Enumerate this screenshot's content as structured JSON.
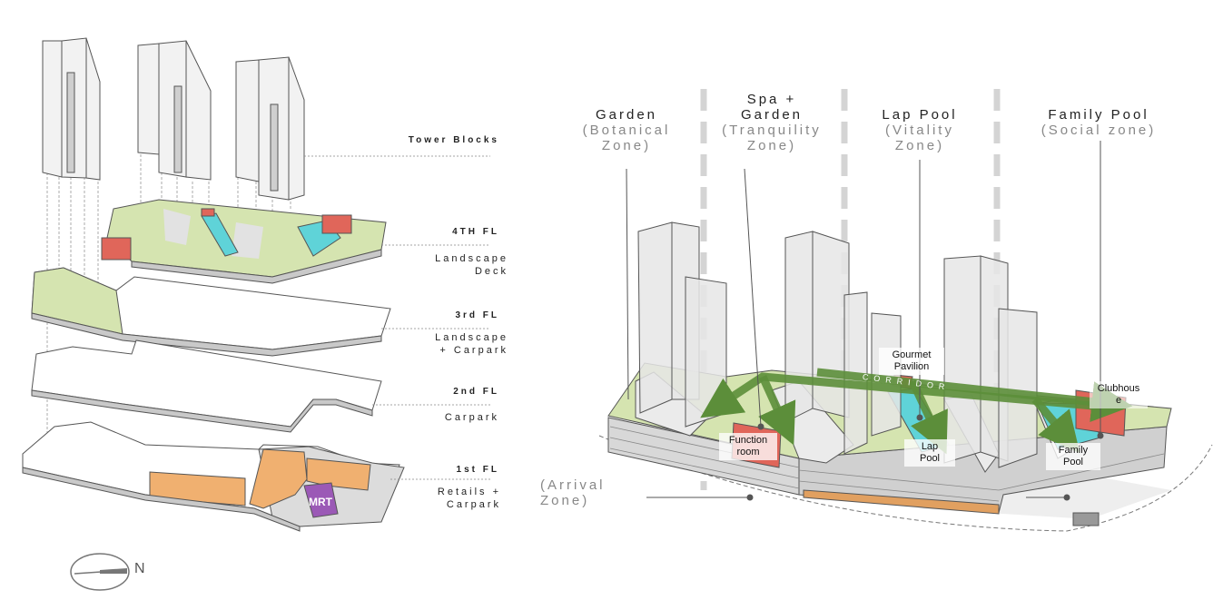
{
  "left_labels": {
    "tower_blocks": "Tower Blocks",
    "fl4": "4TH FL",
    "fl4_desc_1": "Landscape",
    "fl4_desc_2": "Deck",
    "fl3": "3rd FL",
    "fl3_desc_1": "Landscape",
    "fl3_desc_2": "+ Carpark",
    "fl2": "2nd FL",
    "fl2_desc": "Carpark",
    "fl1": "1st FL",
    "fl1_desc_1": "Retails +",
    "fl1_desc_2": "Carpark",
    "mrt": "MRT",
    "north": "N"
  },
  "zones": {
    "garden_title": "Garden",
    "garden_sub_1": "(Botanical",
    "garden_sub_2": "Zone)",
    "spa_title_1": "Spa +",
    "spa_title_2": "Garden",
    "spa_sub_1": "(Tranquility",
    "spa_sub_2": "Zone)",
    "lap_title": "Lap Pool",
    "lap_sub_1": "(Vitality",
    "lap_sub_2": "Zone)",
    "family_title": "Family Pool",
    "family_sub": "(Social zone)",
    "arrival_1": "(Arrival",
    "arrival_2": "Zone)"
  },
  "tags": {
    "gourmet_1": "Gourmet",
    "gourmet_2": "Pavilion",
    "function_1": "Function",
    "function_2": "room",
    "lap_1": "Lap",
    "lap_2": "Pool",
    "family_1": "Family",
    "family_2": "Pool",
    "club_1": "Clubhous",
    "club_2": "e",
    "corridor": "CORRIDOR"
  },
  "colors": {
    "landscape": "#cfe0a8",
    "pool": "#5fd3d8",
    "pavilion": "#e0665a",
    "retail": "#f0b070",
    "mrt": "#9b59b6",
    "corridor": "#5c8e3a",
    "divider": "#d4d4d4",
    "tower": "#e6e6e6"
  }
}
